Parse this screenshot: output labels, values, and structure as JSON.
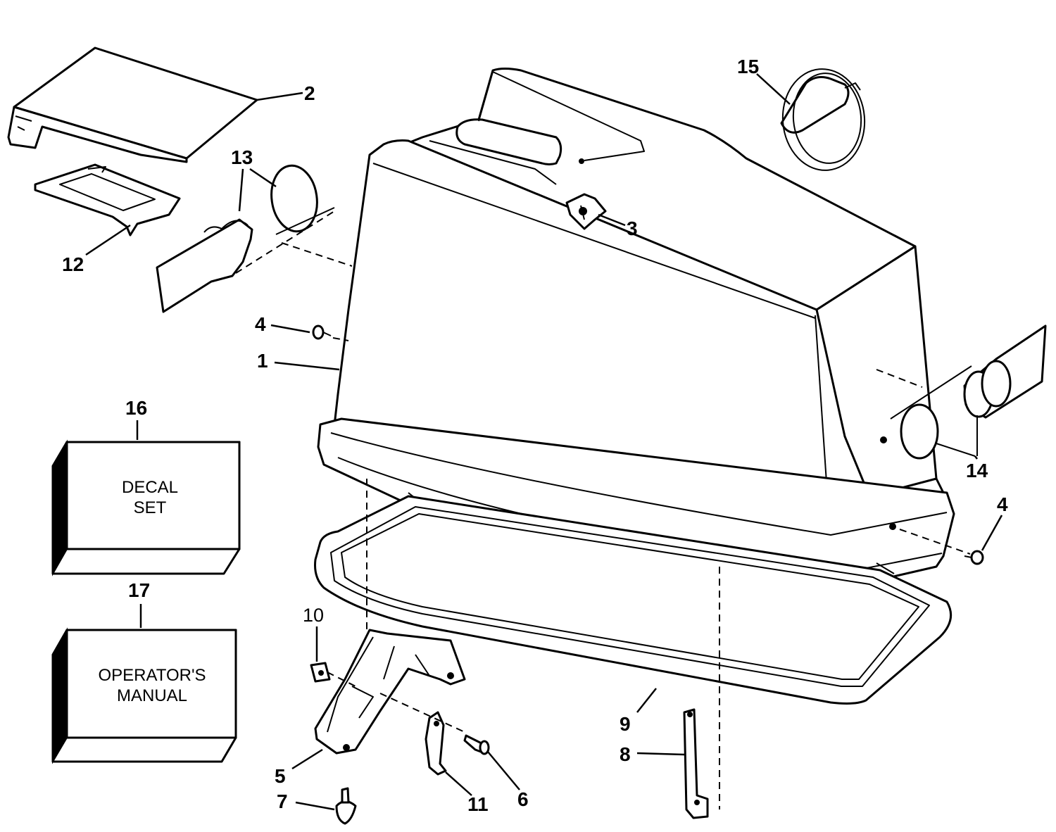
{
  "callouts": {
    "c1": "1",
    "c2": "2",
    "c3": "3",
    "c4a": "4",
    "c4b": "4",
    "c5": "5",
    "c6": "6",
    "c7": "7",
    "c8": "8",
    "c9": "9",
    "c10": "10",
    "c11": "11",
    "c12": "12",
    "c13": "13",
    "c14": "14",
    "c15": "15",
    "c16": "16",
    "c17": "17"
  },
  "boxes": {
    "decal_line1": "DECAL",
    "decal_line2": "SET",
    "manual_line1": "OPERATOR'S",
    "manual_line2": "MANUAL"
  }
}
